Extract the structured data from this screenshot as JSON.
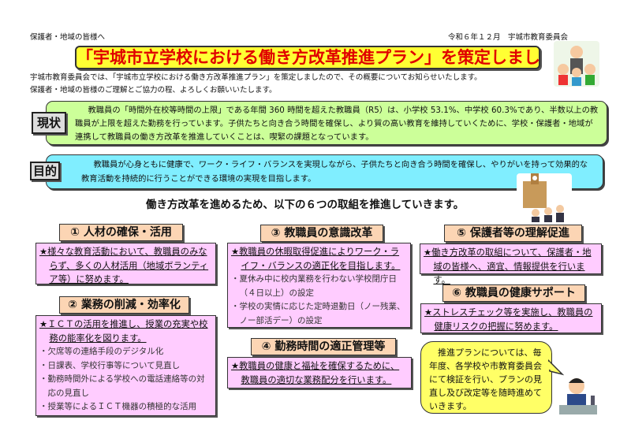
{
  "header": {
    "recipient": "保護者・地域の皆様へ",
    "date_issuer": "令和６年１２月　宇城市教育委員会"
  },
  "title": "「宇城市立学校における働き方改革推進プラン」を策定しました！",
  "intro": [
    "宇城市教育委員会では、「宇城市立学校における働き方改革推進プラン」を策定しましたので、その概要についてお知らせいたします。",
    "保護者・地域の皆様のご理解とご協力の程、よろしくお願いいたします。"
  ],
  "current": {
    "label": "現状",
    "text": "教職員の「時間外在校等時間の上限」である年間 360 時間を超えた教職員（R5）は、小学校 53.1%、中学校 60.3%であり、半数以上の教職員が上限を超えた勤務を行っています。子供たちと向き合う時間を確保し、より質の高い教育を維持していくために、学校・保護者・地域が連携して教職員の働き方改革を推進していくことは、喫緊の課題となっています。"
  },
  "purpose": {
    "label": "目的",
    "text": "教職員が心身ともに健康で、ワーク・ライフ・バランスを実現しながら、子供たちと向き合う時間を確保し、やりがいを持って効果的な教育活動を持続的に行うことができる環境の実現を目指します。"
  },
  "lead_heading": "働き方改革を進めるため、以下の６つの取組を推進していきます。",
  "initiatives": [
    {
      "title": "①  人材の確保・活用",
      "lead": "★様々な教育活動において、教職員のみならず、多くの人材活用（地域ボランティア等）に努めます。",
      "bullets": []
    },
    {
      "title": "②  業務の削減・効率化",
      "lead": "★ＩＣＴの活用を推進し、授業の充実や校務の能率化を図ります。",
      "bullets": [
        "・欠席等の連絡手段のデジタル化",
        "・日課表、学校行事等について見直し",
        "・勤務時間外による学校への電話連絡等の対応の見直し",
        "・授業等によるＩＣＴ機器の積極的な活用"
      ]
    },
    {
      "title": "③  教職員の意識改革",
      "lead": "★教職員の休暇取得促進によりワーク・ライフ・バランスの適正化を目指します。",
      "bullets": [
        "・夏休み中に校内業務を行わない学校閉庁日（４日以上）の設定",
        "・学校の実情に応じた定時退勤日（ノー残業、ノー部活デー）の設定"
      ]
    },
    {
      "title": "④  勤務時間の適正管理等",
      "lead": "★教職員の健康と福祉を確保するために、教職員の適切な業務配分を行います。",
      "bullets": []
    },
    {
      "title": "⑤  保護者等の理解促進",
      "lead": "★働き方改革の取組について、保護者・地域の皆様へ、適宜、情報提供を行います。",
      "bullets": []
    },
    {
      "title": "⑥  教職員の健康サポート",
      "lead": "★ストレスチェック等を実施し、教職員の健康リスクの把握に努めます。",
      "bullets": []
    }
  ],
  "bubble": "推進プランについては、毎年度、各学校や市教育委員会にて検証を行い、プランの見直し及び改定等を随時進めていきます。",
  "colors": {
    "title_bg": "#ffff33",
    "title_text": "#e00000",
    "current_bg": "#ccff99",
    "purpose_bg": "#80eeff",
    "heading_bg": "#fcd5b4",
    "box_bg": "#ffccff",
    "bubble_bg": "#ffff66"
  }
}
